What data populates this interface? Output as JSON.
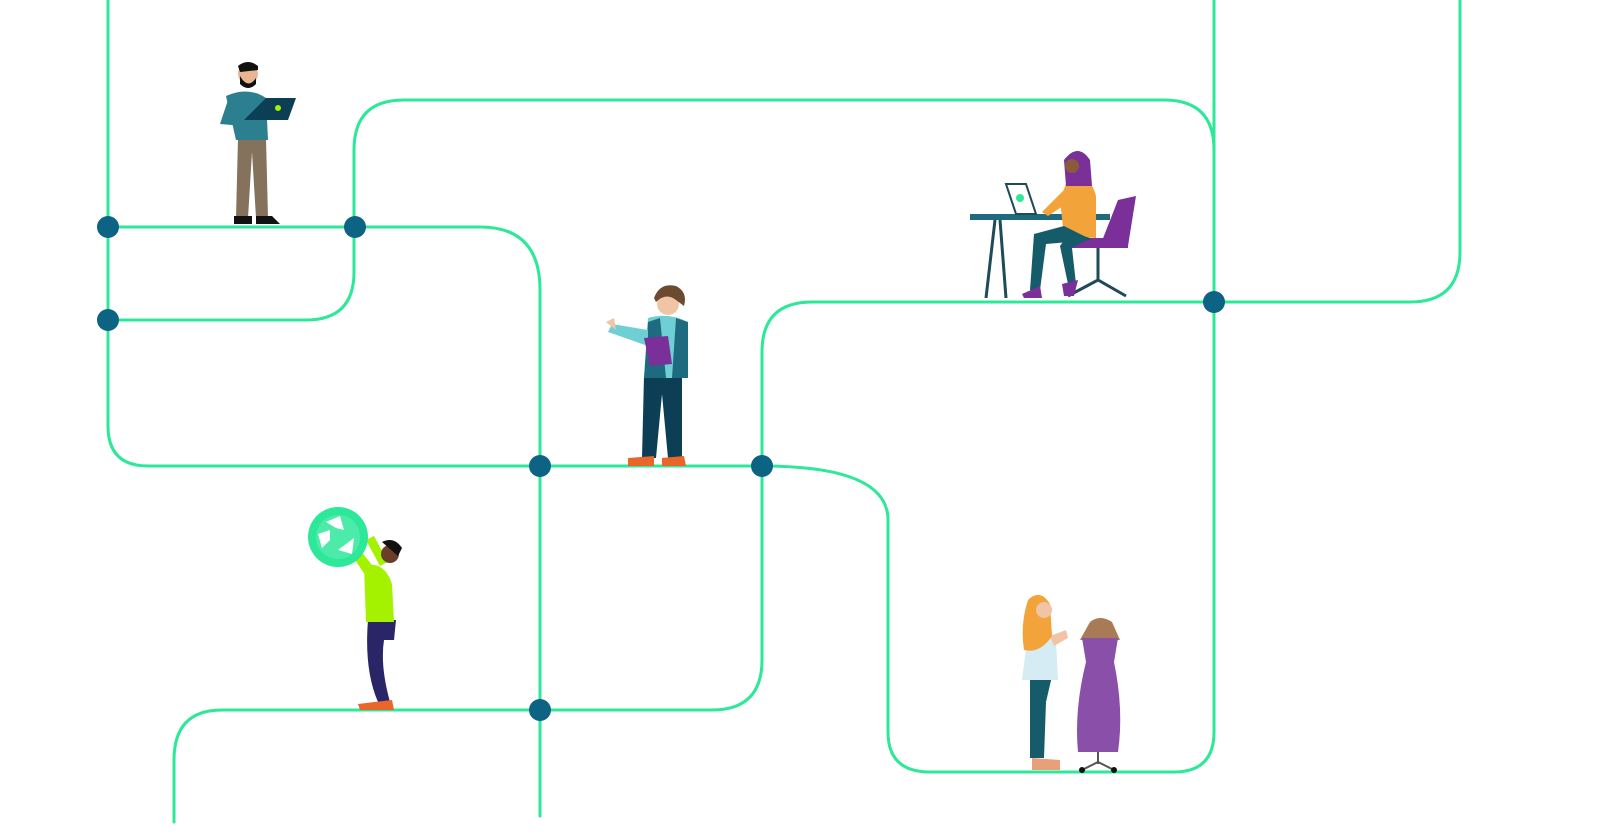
{
  "colors": {
    "line": "#2ee89a",
    "node": "#0c6384",
    "background": "#ffffff"
  },
  "figures": [
    {
      "name": "man-with-laptop",
      "icon": "person-laptop-icon"
    },
    {
      "name": "woman-at-desk",
      "icon": "person-desk-computer-icon"
    },
    {
      "name": "person-with-clipboard",
      "icon": "person-clipboard-icon"
    },
    {
      "name": "person-holding-recycle-sign",
      "icon": "recycle-icon"
    },
    {
      "name": "tailor-with-mannequin",
      "icon": "dress-mannequin-icon"
    }
  ]
}
